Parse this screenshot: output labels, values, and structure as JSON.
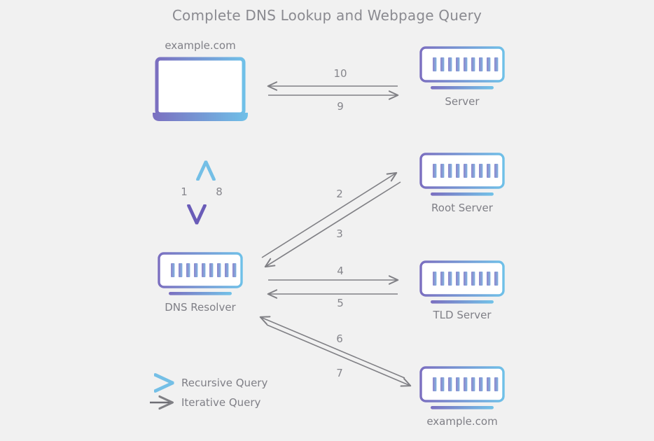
{
  "page": {
    "title": "Complete DNS Lookup and Webpage Query",
    "background_color": "#f1f1f1"
  },
  "palette": {
    "gradient_purple": "#7b6fc0",
    "gradient_blue": "#6fc0e8",
    "arrow_gray": "#808085",
    "text_gray": "#7f7f86",
    "title_gray": "#8a8a90"
  },
  "nodes": [
    {
      "id": "client",
      "label": "example.com",
      "icon": "laptop-icon",
      "label_position": "above"
    },
    {
      "id": "server",
      "label": "Server",
      "icon": "server-icon",
      "label_position": "below"
    },
    {
      "id": "root-server",
      "label": "Root Server",
      "icon": "server-icon",
      "label_position": "below"
    },
    {
      "id": "dns-resolver",
      "label": "DNS Resolver",
      "icon": "server-icon",
      "label_position": "below"
    },
    {
      "id": "tld-server",
      "label": "TLD Server",
      "icon": "server-icon",
      "label_position": "below"
    },
    {
      "id": "authoritative-server",
      "label": "example.com",
      "icon": "server-icon",
      "label_position": "below"
    }
  ],
  "steps": [
    {
      "number": "1",
      "from": "client",
      "to": "dns-resolver",
      "kind": "recursive",
      "direction": "down"
    },
    {
      "number": "2",
      "from": "dns-resolver",
      "to": "root-server",
      "kind": "iterative",
      "direction": "up-right"
    },
    {
      "number": "3",
      "from": "root-server",
      "to": "dns-resolver",
      "kind": "iterative",
      "direction": "down-left"
    },
    {
      "number": "4",
      "from": "dns-resolver",
      "to": "tld-server",
      "kind": "iterative",
      "direction": "right"
    },
    {
      "number": "5",
      "from": "tld-server",
      "to": "dns-resolver",
      "kind": "iterative",
      "direction": "left"
    },
    {
      "number": "6",
      "from": "authoritative-server",
      "to": "dns-resolver",
      "kind": "iterative",
      "direction": "up-left"
    },
    {
      "number": "7",
      "from": "dns-resolver",
      "to": "authoritative-server",
      "kind": "iterative",
      "direction": "down-right"
    },
    {
      "number": "8",
      "from": "dns-resolver",
      "to": "client",
      "kind": "recursive",
      "direction": "up"
    },
    {
      "number": "9",
      "from": "client",
      "to": "server",
      "kind": "iterative",
      "direction": "right"
    },
    {
      "number": "10",
      "from": "server",
      "to": "client",
      "kind": "iterative",
      "direction": "left"
    }
  ],
  "legend": [
    {
      "label": "Recursive Query",
      "style": "gradient-arrow"
    },
    {
      "label": "Iterative Query",
      "style": "gray-arrow"
    }
  ],
  "icon_detail": {
    "server_bar_count": 9
  }
}
